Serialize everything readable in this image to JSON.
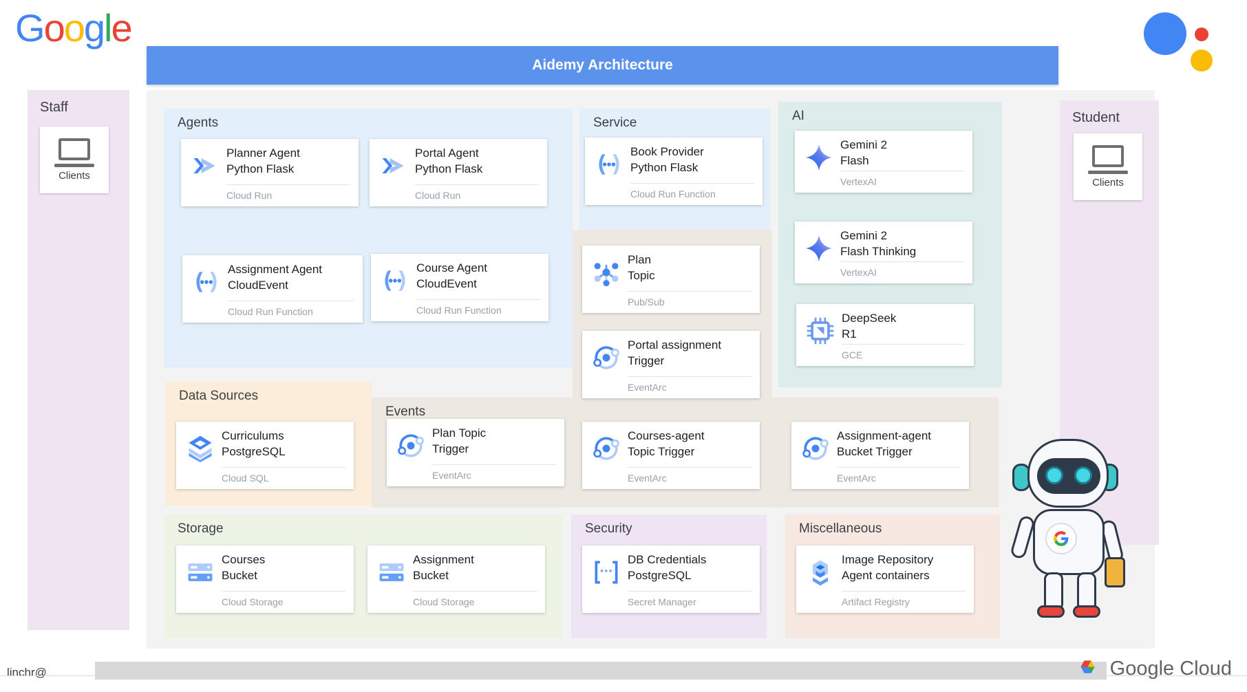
{
  "brand": {
    "google_letters": [
      "G",
      "o",
      "o",
      "g",
      "l",
      "e"
    ],
    "google_cloud_label": "Google Cloud",
    "colors": {
      "blue": "#4285F4",
      "red": "#EA4335",
      "yellow": "#FBBC05",
      "green": "#34A853",
      "title_bar": "#5B92EC",
      "agents_group": "#E3F0FB",
      "ai_group": "#DCEDEB",
      "datasources_group": "#FBEDD9",
      "events_group": "#EDE8E2",
      "storage_group": "#EDF4E6",
      "security_group": "#EFE4F3",
      "misc_group": "#F8E8E2",
      "side_panel": "#F0E4F2"
    }
  },
  "header": {
    "title": "Aidemy Architecture"
  },
  "side_panels": {
    "staff": {
      "title": "Staff",
      "client": {
        "label": "Clients",
        "icon": "laptop-icon"
      }
    },
    "student": {
      "title": "Student",
      "client": {
        "label": "Clients",
        "icon": "laptop-icon"
      }
    }
  },
  "groups": {
    "agents": "Agents",
    "service": "Service",
    "ai": "AI",
    "data_sources": "Data Sources",
    "events": "Events",
    "storage": "Storage",
    "security": "Security",
    "miscellaneous": "Miscellaneous"
  },
  "cards": {
    "planner_agent": {
      "name": "Planner Agent\nPython Flask",
      "sub": "Cloud Run",
      "icon": "cloud-run-icon"
    },
    "portal_agent": {
      "name": "Portal Agent\nPython Flask",
      "sub": "Cloud Run",
      "icon": "cloud-run-icon"
    },
    "assignment_agent": {
      "name": "Assignment Agent\nCloudEvent",
      "sub": "Cloud Run Function",
      "icon": "cloud-function-icon"
    },
    "course_agent": {
      "name": "Course Agent\nCloudEvent",
      "sub": "Cloud Run Function",
      "icon": "cloud-function-icon"
    },
    "book_provider": {
      "name": "Book Provider\nPython Flask",
      "sub": "Cloud Run Function",
      "icon": "cloud-function-icon"
    },
    "gemini_flash": {
      "name": "Gemini 2\nFlash",
      "sub": "VertexAI",
      "icon": "gemini-sparkle-icon"
    },
    "gemini_flash_think": {
      "name": "Gemini 2\nFlash Thinking",
      "sub": "VertexAI",
      "icon": "gemini-sparkle-icon"
    },
    "deepseek_r1": {
      "name": "DeepSeek\nR1",
      "sub": "GCE",
      "icon": "cpu-chip-icon"
    },
    "curriculums": {
      "name": "Curriculums\nPostgreSQL",
      "sub": "Cloud SQL",
      "icon": "cloud-sql-icon"
    },
    "plan_topic": {
      "name": "Plan\nTopic",
      "sub": "Pub/Sub",
      "icon": "pubsub-icon"
    },
    "portal_assignment_trigger": {
      "name": "Portal assignment\nTrigger",
      "sub": "EventArc",
      "icon": "eventarc-icon"
    },
    "plan_topic_trigger": {
      "name": "Plan Topic\nTrigger",
      "sub": "EventArc",
      "icon": "eventarc-icon"
    },
    "courses_agent_trigger": {
      "name": "Courses-agent\nTopic Trigger",
      "sub": "EventArc",
      "icon": "eventarc-icon"
    },
    "assignment_agent_trigger": {
      "name": "Assignment-agent\nBucket Trigger",
      "sub": "EventArc",
      "icon": "eventarc-icon"
    },
    "courses_bucket": {
      "name": "Courses\nBucket",
      "sub": "Cloud Storage",
      "icon": "cloud-storage-icon"
    },
    "assignment_bucket": {
      "name": "Assignment\nBucket",
      "sub": "Cloud Storage",
      "icon": "cloud-storage-icon"
    },
    "db_credentials": {
      "name": "DB Credentials\nPostgreSQL",
      "sub": "Secret Manager",
      "icon": "secret-manager-icon"
    },
    "image_repository": {
      "name": "Image Repository\nAgent containers",
      "sub": "Artifact Registry",
      "icon": "artifact-registry-icon"
    }
  },
  "footer": {
    "user": "linchr@"
  }
}
